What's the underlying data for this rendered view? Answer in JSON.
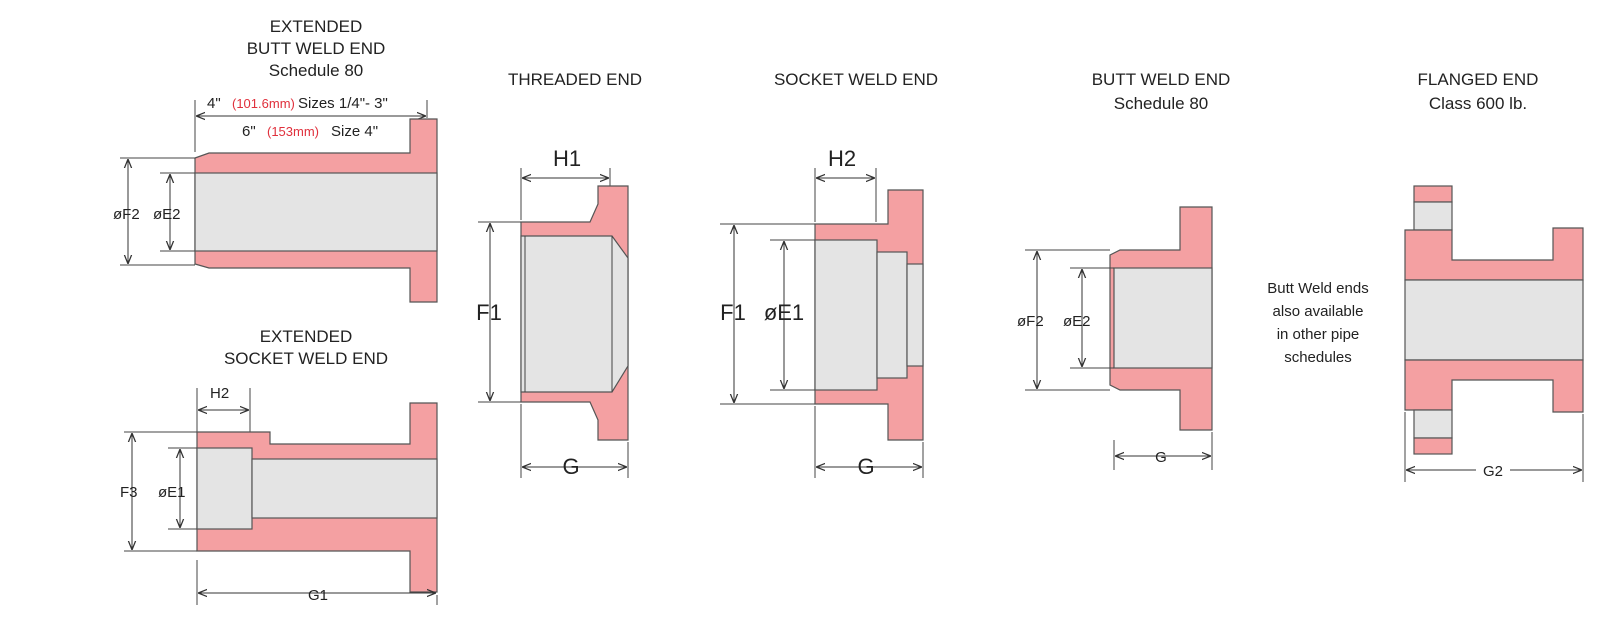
{
  "colors": {
    "metal": "#f4a0a2",
    "bore": "#e4e4e4",
    "outline": "#555555",
    "metric_text": "#e0303c",
    "line": "#333333"
  },
  "ext_butt_weld": {
    "title_lines": [
      "EXTENDED",
      "BUTT WELD END",
      "Schedule 80"
    ],
    "len1": "4\"",
    "len1_mm": "(101.6mm)",
    "len1_sizes": "Sizes 1/4\"-   3\"",
    "len2": "6\"",
    "len2_mm": "(153mm)",
    "len2_sizes": "Size 4\"",
    "dim_outer": "øF2",
    "dim_inner": "øE2"
  },
  "ext_socket_weld": {
    "title_lines": [
      "EXTENDED",
      "SOCKET WELD END"
    ],
    "dim_socket": "H2",
    "dim_outer": "F3",
    "dim_inner": "øE1",
    "dim_length": "G1"
  },
  "threaded": {
    "title": "THREADED END",
    "dim_h": "H1",
    "dim_f": "F1",
    "dim_g": "G"
  },
  "socket_weld": {
    "title": "SOCKET WELD END",
    "dim_h": "H2",
    "dim_f": "F1",
    "dim_e": "øE1",
    "dim_g": "G"
  },
  "butt_weld": {
    "title_lines": [
      "BUTT WELD END",
      "Schedule 80"
    ],
    "dim_f": "øF2",
    "dim_e": "øE2",
    "dim_g": "G"
  },
  "note": [
    "Butt Weld ends",
    "also available",
    "in other pipe",
    "schedules"
  ],
  "flanged": {
    "title_lines": [
      "FLANGED END",
      "Class 600 lb."
    ],
    "dim_g": "G2"
  }
}
